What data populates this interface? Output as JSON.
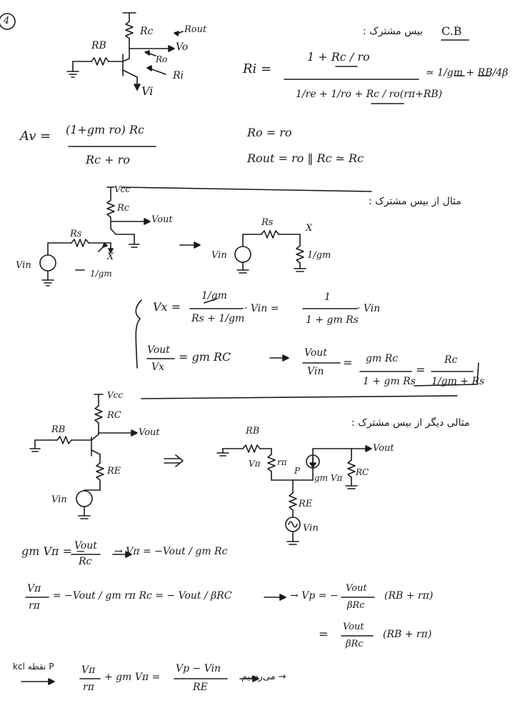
{
  "page": {
    "number": "4",
    "section1": {
      "title": "C.B",
      "title_fa": "بیس مشترک :",
      "circuit_labels": {
        "rc": "Rc",
        "rb": "RB",
        "rout": "Rout",
        "ro": "Ro",
        "vo": "Vo",
        "ri": "Ri",
        "vi": "Vi"
      },
      "ri_lhs": "Ri =",
      "ri_num": "1 + Rc / ro",
      "ri_den": "1/re + 1/ro + Rc / ro(rπ+RB)",
      "ri_approx": "≃ 1/gm + RB/4β",
      "av_lhs": "Av =",
      "av_num": "(1+gm ro) Rc",
      "av_den": "Rc + ro",
      "ro_eq": "Ro = ro",
      "rout_eq": "Rout = ro ‖ Rc ≃ Rc"
    },
    "section2": {
      "title_fa": "مثال از بیس مشترک :",
      "circuit_labels": {
        "vcc": "Vcc",
        "rc": "Rc",
        "vout": "Vout",
        "rs": "Rs",
        "x": "X",
        "vin": "Vin",
        "one_over_gm": "1/gm"
      },
      "eq1_lhs": "Vx =",
      "eq1_num": "1/gm",
      "eq1_den": "Rs + 1/gm",
      "eq1_mid": "· Vin  =",
      "eq1_num2": "1",
      "eq1_den2": "1 + gm Rs",
      "eq1_tail": "· Vin",
      "eq2_num": "Vout",
      "eq2_den": "Vx",
      "eq2_rhs": "= gm RC",
      "eq3_num": "Vout",
      "eq3_den": "Vin",
      "eq3_mid_num": "gm Rc",
      "eq3_mid_den": "1 + gm Rs",
      "eq3_end_num": "Rc",
      "eq3_end_den": "1/gm + Rs"
    },
    "section3": {
      "title_fa": "مثالی دیگر از بیس مشترک :",
      "circuit_labels": {
        "vcc": "Vcc",
        "rc": "RC",
        "rb": "RB",
        "vout": "Vout",
        "re": "RE",
        "vin": "Vin",
        "vpi": "Vπ",
        "rpi": "rπ",
        "p": "P",
        "gmvpi": "gm Vπ"
      },
      "eq1": "gm Vπ = −",
      "eq1_num": "Vout",
      "eq1_den": "Rc",
      "eq1_res": "→ Vπ = −Vout / gm Rc",
      "eq2_num": "Vπ",
      "eq2_den": "rπ",
      "eq2_rhs": "= −Vout / gm rπ Rc  = − Vout / βRC",
      "eq2_vp": "→  Vp = −",
      "eq2_vp_num": "Vout",
      "eq2_vp_den": "βRc",
      "eq2_vp_tail": "(RB + rπ)",
      "eq3_lhs": "=",
      "eq3_num": "Vout",
      "eq3_den": "βRc",
      "eq3_tail": "(RB + rπ)",
      "kcl_label": "P نقطه kcl",
      "kcl_num1": "Vπ",
      "kcl_den1": "rπ",
      "kcl_mid": "+ gm Vπ =",
      "kcl_num2": "Vp − Vin",
      "kcl_den2": "RE",
      "kcl_tail": "→ می‌رسیم"
    }
  }
}
